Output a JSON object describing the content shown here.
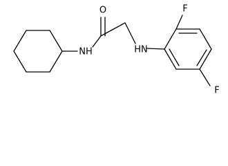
{
  "structure": {
    "atoms": {
      "oxygen": "O",
      "amide_nh": "NH",
      "amine_nh": "HN",
      "fluorine_top": "F",
      "fluorine_bottom": "F"
    }
  },
  "colors": {
    "bond": "#000000",
    "text": "#000000",
    "background": "#ffffff"
  }
}
